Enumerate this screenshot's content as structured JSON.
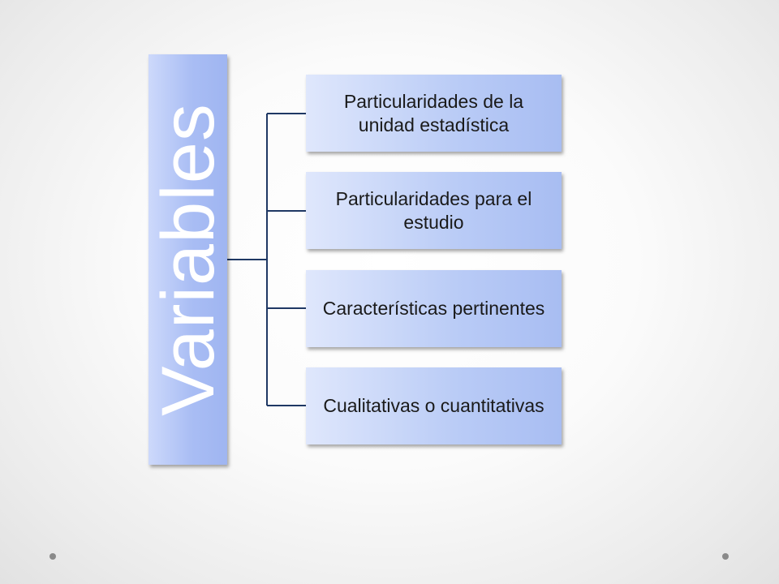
{
  "diagram": {
    "root": {
      "label": "Variables"
    },
    "children": [
      {
        "label": "Particularidades de la unidad estadística"
      },
      {
        "label": "Particularidades para el estudio"
      },
      {
        "label": "Características pertinentes"
      },
      {
        "label": "Cualitativas o cuantitativas"
      }
    ]
  },
  "colors": {
    "root_fill": "#a9bdf4",
    "child_fill": "#b9cbf6",
    "connector": "#1f3864",
    "root_text": "#ffffff",
    "child_text": "#1a1a1a"
  }
}
